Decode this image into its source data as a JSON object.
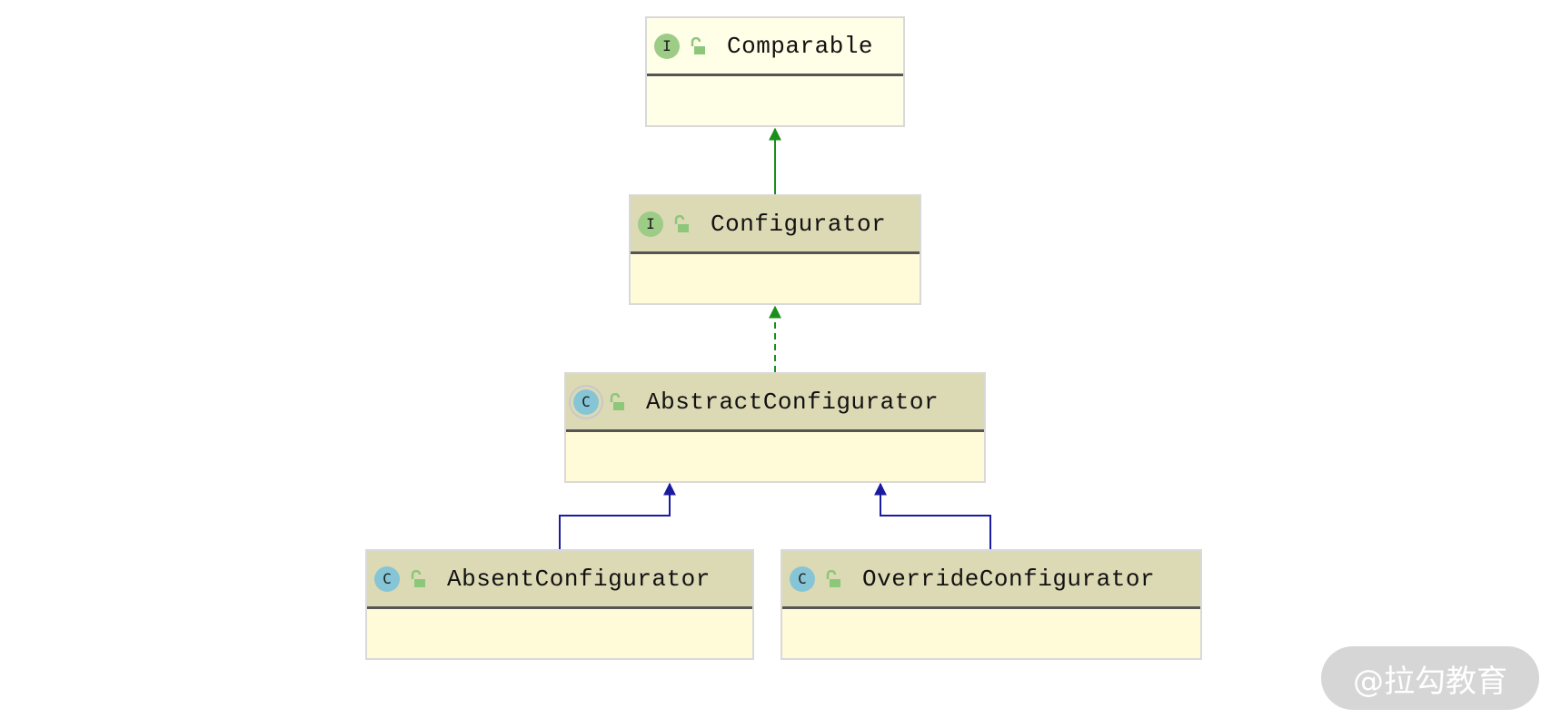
{
  "diagram": {
    "nodes": [
      {
        "id": "comparable",
        "kind": "interface",
        "badge": "I",
        "name": "Comparable"
      },
      {
        "id": "configurator",
        "kind": "interface",
        "badge": "I",
        "name": "Configurator"
      },
      {
        "id": "abstract-configurator",
        "kind": "abstract-class",
        "badge": "C",
        "name": "AbstractConfigurator"
      },
      {
        "id": "absent-configurator",
        "kind": "class",
        "badge": "C",
        "name": "AbsentConfigurator"
      },
      {
        "id": "override-configurator",
        "kind": "class",
        "badge": "C",
        "name": "OverrideConfigurator"
      }
    ],
    "edges": [
      {
        "from": "configurator",
        "to": "comparable",
        "type": "extends-interface"
      },
      {
        "from": "abstract-configurator",
        "to": "configurator",
        "type": "implements"
      },
      {
        "from": "absent-configurator",
        "to": "abstract-configurator",
        "type": "extends"
      },
      {
        "from": "override-configurator",
        "to": "abstract-configurator",
        "type": "extends"
      }
    ]
  },
  "colors": {
    "interface_edge": "#1a8f1a",
    "class_edge": "#1b1ba0",
    "header_fill": "#dcd9b5",
    "body_fill": "#fffbd8",
    "interface_badge": "#9ccc86",
    "class_badge": "#86c5d6"
  },
  "icons": {
    "visibility": "unlocked-padlock-icon"
  },
  "watermark": {
    "text": "@拉勾教育"
  }
}
